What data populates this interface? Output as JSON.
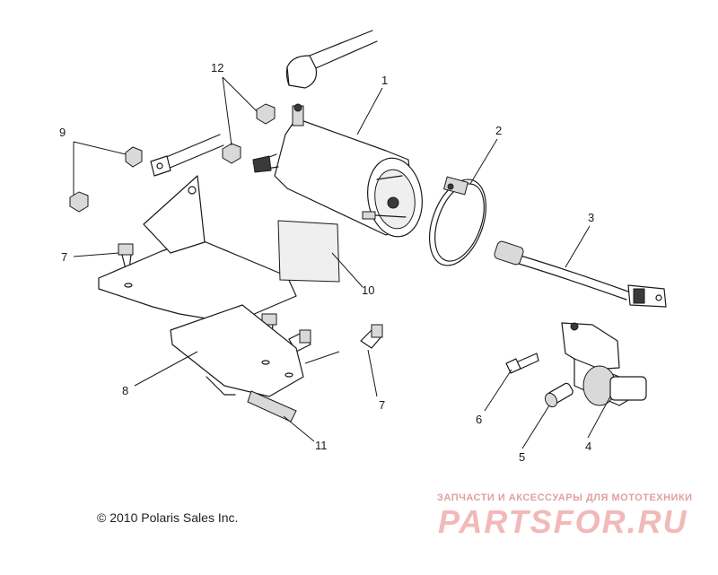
{
  "diagram": {
    "callouts": {
      "c1": "1",
      "c2": "2",
      "c3": "3",
      "c4": "4",
      "c5": "5",
      "c6": "6",
      "c7a": "7",
      "c7b": "7",
      "c8": "8",
      "c9": "9",
      "c10": "10",
      "c11": "11",
      "c12": "12"
    }
  },
  "footer": {
    "copyright": "© 2010 Polaris Sales Inc."
  },
  "watermark": {
    "tagline": "ЗАПЧАСТИ И АКСЕССУАРЫ ДЛЯ МОТОТЕХНИКИ",
    "logo": "PARTSFOR.RU"
  },
  "colors": {
    "line": "#1a1a1a",
    "watermark": "#f2b9b9"
  }
}
